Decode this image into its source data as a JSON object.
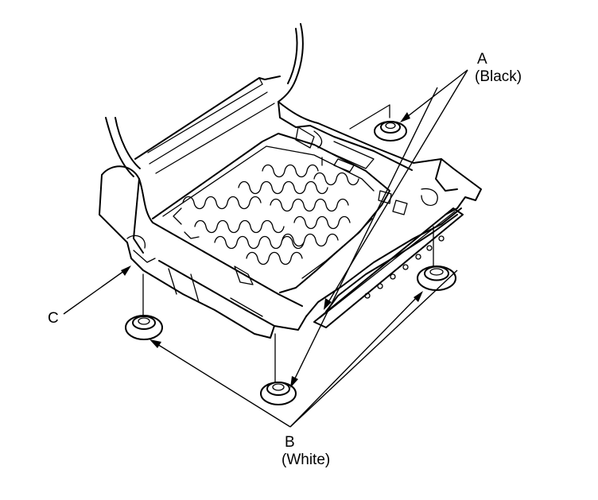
{
  "callouts": {
    "a": {
      "letter": "A",
      "note": "(Black)"
    },
    "b": {
      "letter": "B",
      "note": "(White)"
    },
    "c": {
      "letter": "C"
    }
  },
  "colors": {
    "line": "#000000",
    "background": "#ffffff"
  }
}
